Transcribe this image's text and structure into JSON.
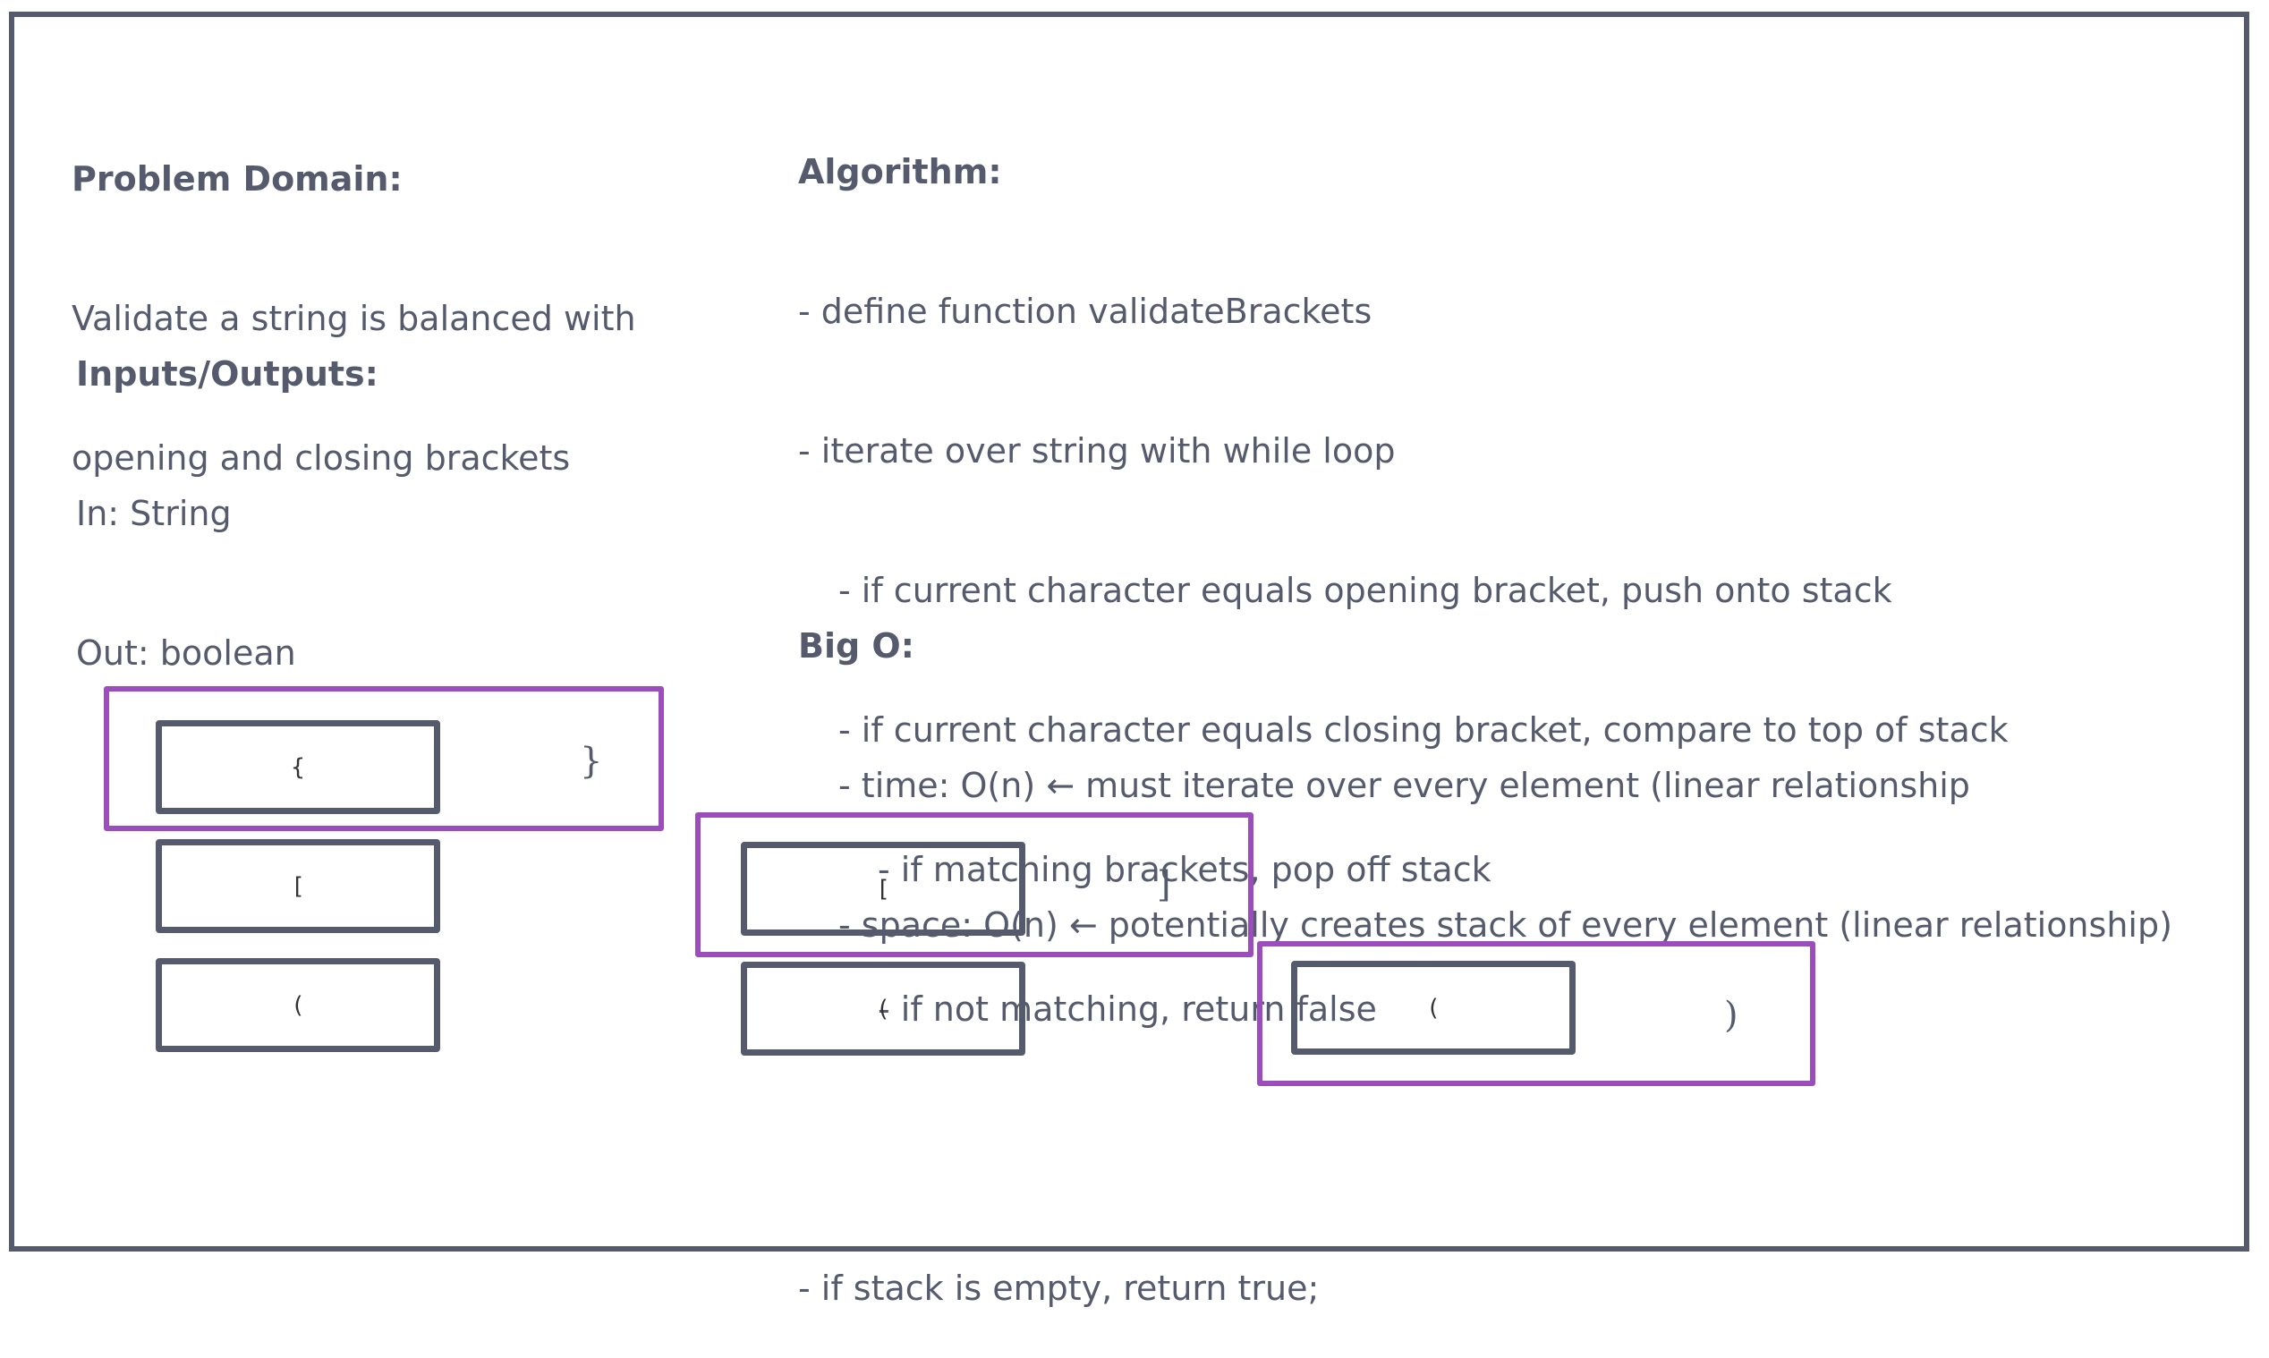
{
  "problem_domain": {
    "heading": "Problem Domain:",
    "lines": [
      "Validate a string is balanced with",
      "opening and closing brackets"
    ]
  },
  "io": {
    "heading": "Inputs/Outputs:",
    "input": "In: String",
    "output": "Out: boolean"
  },
  "algorithm": {
    "heading": "Algorithm:",
    "steps": [
      "- define function validateBrackets",
      "- iterate over string with while loop",
      "- if current character equals opening bracket, push onto stack",
      "- if current character equals closing bracket, compare to top of stack",
      "- if matching brackets, pop off stack",
      "- if not matching, return false",
      "- if stack is empty, return true;"
    ]
  },
  "big_o": {
    "heading": "Big O:",
    "time": "- time: O(n) ← must iterate over every element (linear relationship",
    "space": "- space: O(n) ← potentially creates stack of every element (linear relationship)"
  },
  "stacks": [
    {
      "items": [
        "{",
        "[",
        "("
      ],
      "closing": "}"
    },
    {
      "items": [
        "[",
        "("
      ],
      "closing": "]"
    },
    {
      "items": [
        "("
      ],
      "closing": ")"
    }
  ],
  "colors": {
    "text": "#555a6d",
    "box_border": "#555a6d",
    "highlight": "#9b4dbb"
  }
}
